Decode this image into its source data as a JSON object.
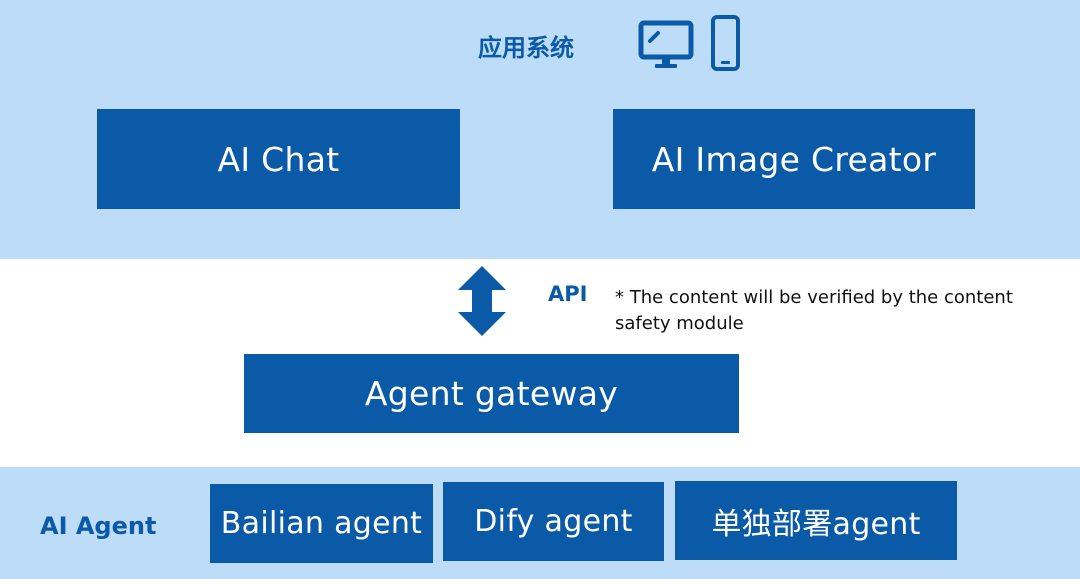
{
  "app_layer": {
    "title": "应用系统",
    "apps": [
      "AI Chat",
      "AI Image Creator"
    ]
  },
  "api": {
    "label": "API",
    "note_line1": "* The content will be verified by the content",
    "note_line2": "safety module"
  },
  "gateway": {
    "label": "Agent gateway"
  },
  "agent_layer": {
    "title": "AI Agent",
    "agents": [
      "Bailian agent",
      "Dify agent",
      "单独部署agent"
    ]
  },
  "colors": {
    "box": "#0a5aa8",
    "band": "#bddcf8",
    "text_dark": "#111111"
  },
  "icons": [
    "monitor-icon",
    "phone-icon",
    "double-arrow-icon"
  ]
}
